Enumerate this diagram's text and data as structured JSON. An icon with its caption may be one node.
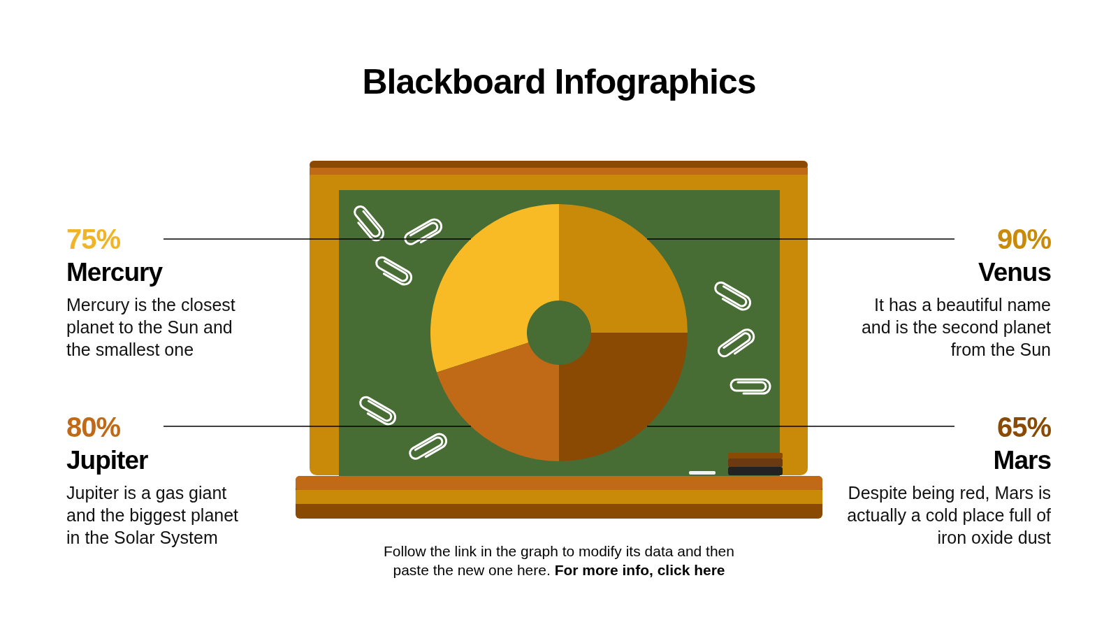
{
  "diagram": {
    "title": "Blackboard Infographics",
    "caption": "Follow the link in the graph to modify its data and then paste the new one here. **For more info, click here**",
    "nodes": [
      {
        "text": [
          "75%",
          "Mercury",
          "Mercury is the closest planet to the Sun and the smallest one"
        ]
      },
      {
        "text": [
          "90%",
          "Venus",
          "It has a beautiful name and is the second planet from the Sun"
        ]
      },
      {
        "text": [
          "80%",
          "Jupiter",
          "Jupiter is a gas giant and the biggest planet in the Solar System"
        ]
      },
      {
        "text": [
          "65%",
          "Mars",
          "Despite being red, Mars is actually a cold place full of iron oxide dust"
        ]
      },
      {
        "text": [],
        "shape": "wedge"
      },
      {
        "text": [],
        "shape": "wedge"
      },
      {
        "text": [],
        "shape": "wedge"
      },
      {
        "text": [],
        "shape": "wedge"
      }
    ],
    "edges": [
      {
        "from": 0,
        "to": 4,
        "arrow": "none"
      },
      {
        "from": 1,
        "to": 6,
        "arrow": "none"
      },
      {
        "from": 2,
        "to": 5,
        "arrow": "none"
      },
      {
        "from": 3,
        "to": 7,
        "arrow": "none"
      }
    ]
  }
}
